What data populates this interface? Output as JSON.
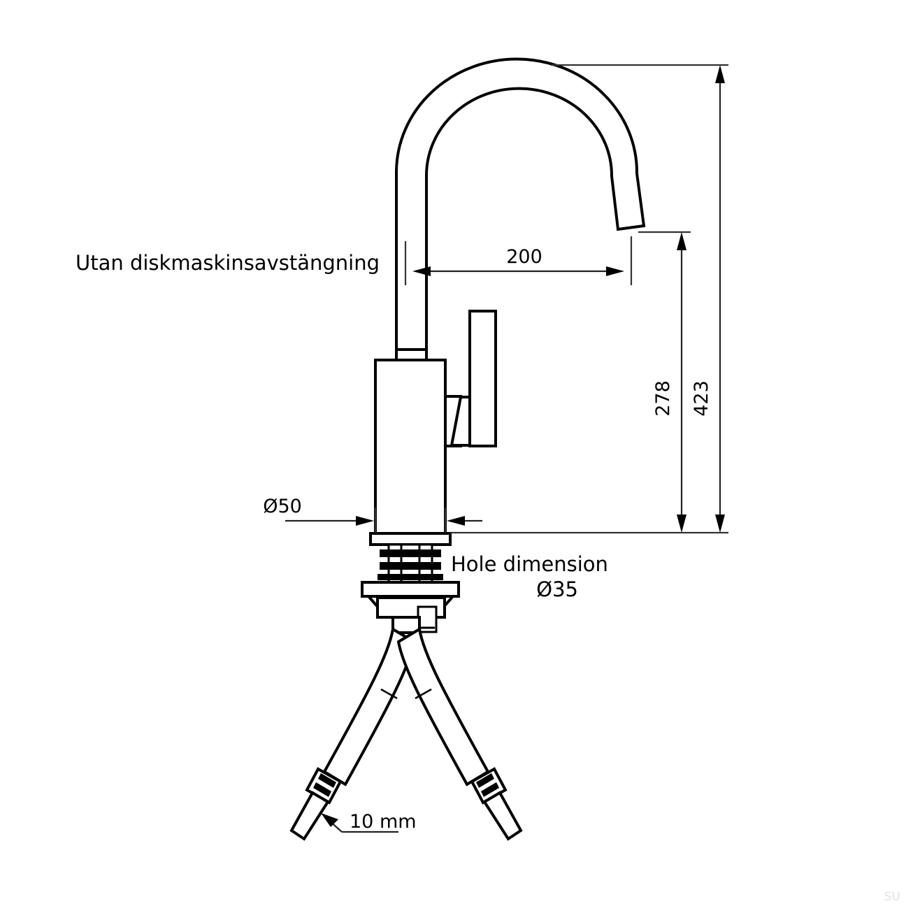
{
  "drawing": {
    "title": "Kitchen mixer tap dimensional drawing",
    "background_color": "#ffffff",
    "line_color": "#000000",
    "dimension_line_color": "#222222"
  },
  "notes": {
    "variant_note": "Utan diskmaskinsavstängning",
    "hole_dimension_label": "Hole dimension",
    "hole_dimension_value": "Ø35"
  },
  "dimensions": {
    "reach": {
      "label": "200",
      "name": "spout-reach",
      "orientation": "horizontal"
    },
    "spout_height": {
      "label": "278",
      "name": "spout-outlet-height",
      "orientation": "vertical"
    },
    "total_height": {
      "label": "423",
      "name": "overall-height",
      "orientation": "vertical"
    },
    "base_diameter": {
      "label": "Ø50",
      "name": "base-diameter",
      "orientation": "horizontal"
    },
    "hose_tail": {
      "label": "10 mm",
      "name": "hose-tail-diameter",
      "orientation": "leader"
    }
  },
  "watermark": {
    "text": "SU"
  }
}
